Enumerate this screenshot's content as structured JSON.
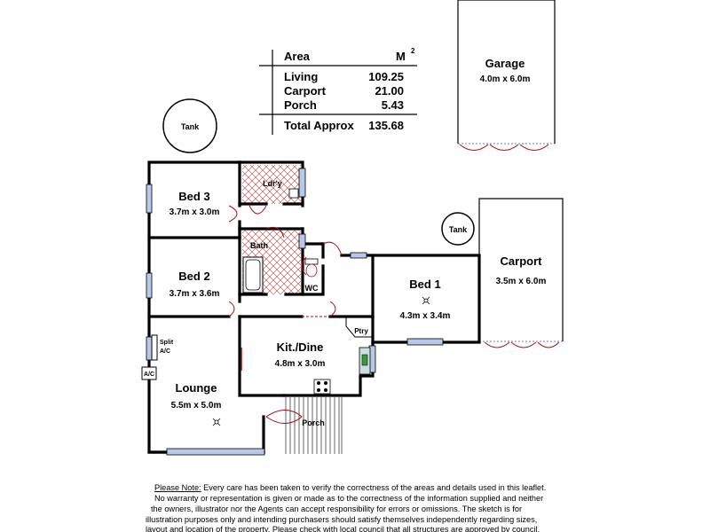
{
  "area_table": {
    "header_label": "Area",
    "header_unit": "M",
    "header_unit_sup": "2",
    "rows": [
      {
        "label": "Living",
        "value": "109.25"
      },
      {
        "label": "Carport",
        "value": "21.00"
      },
      {
        "label": "Porch",
        "value": "5.43"
      }
    ],
    "total_label": "Total Approx",
    "total_value": "135.68"
  },
  "rooms": {
    "garage": {
      "name": "Garage",
      "size": "4.0m x 6.0m"
    },
    "carport": {
      "name": "Carport",
      "size": "3.5m x 6.0m"
    },
    "bed1": {
      "name": "Bed 1",
      "size": "4.3m x 3.4m"
    },
    "bed2": {
      "name": "Bed 2",
      "size": "3.7m x 3.6m"
    },
    "bed3": {
      "name": "Bed 3",
      "size": "3.7m x 3.0m"
    },
    "kitdine": {
      "name": "Kit./Dine",
      "size": "4.8m x 3.0m"
    },
    "lounge": {
      "name": "Lounge",
      "size": "5.5m x 5.0m"
    },
    "laundry": {
      "name": "Ldr'y"
    },
    "bath": {
      "name": "Bath"
    },
    "wc": {
      "name": "WC"
    },
    "pantry": {
      "name": "Ptry"
    },
    "porch": {
      "name": "Porch"
    }
  },
  "labels": {
    "tank_1": "Tank",
    "tank_2": "Tank",
    "split_line1": "Split",
    "split_line2": "A/C",
    "ac_unit": "A/C"
  },
  "note": {
    "heading": "Please Note:",
    "line1": "  Every care has been taken to verify the correctness of the areas and details used in this  leaflet.",
    "line2": "No warranty or  representation is  given or made as to the correctness of the information supplied and   neither",
    "line3": "the owners,  illustrator nor the Agents can  accept  responsibility  for errors or omissions.  The  sketch is  for",
    "line4": "illustration  purposes  only  and  intending purchasers should satisfy themselves independently regarding  sizes,",
    "line5": "layout  and  location of the property. Please check  with local council that all structures are approved by council."
  },
  "colors": {
    "wall": "#000000",
    "window": "#b8c8e8",
    "door_arc": "#a01020",
    "hatch": "#c04040"
  }
}
